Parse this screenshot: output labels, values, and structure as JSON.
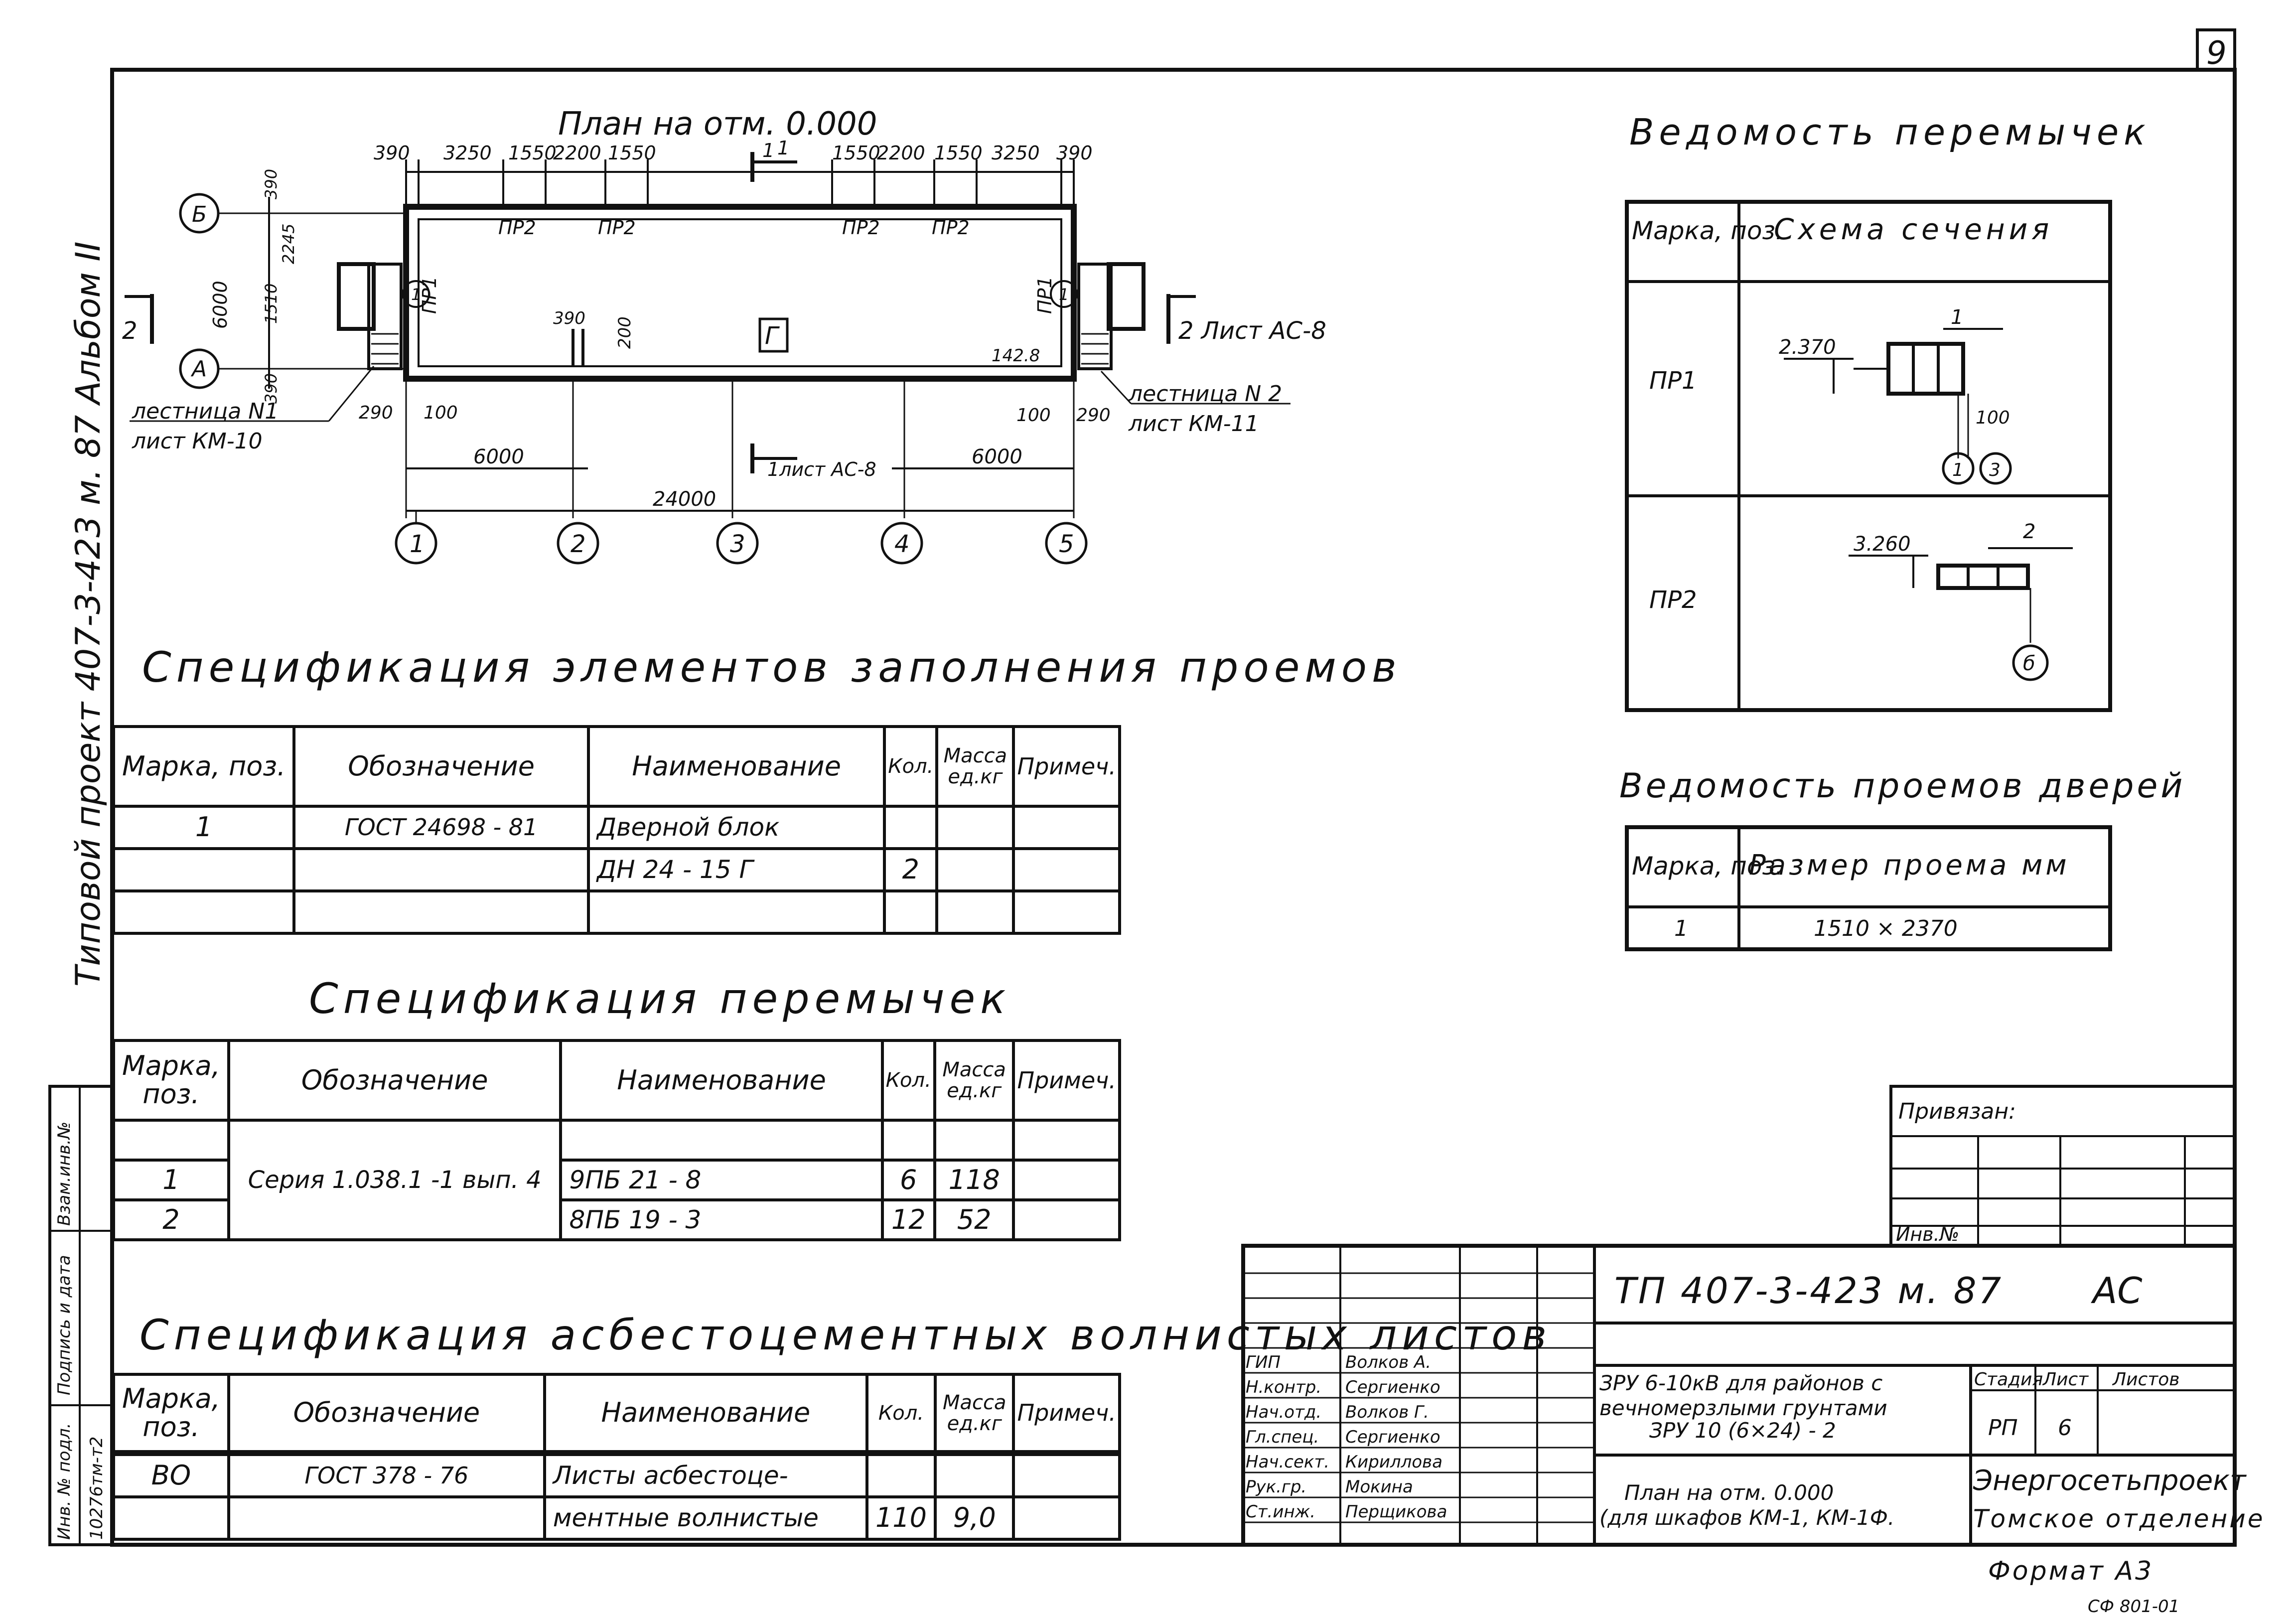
{
  "page_number": "9",
  "side_label": "Типовой проект 407-3-423 м. 87   Альбом II",
  "left_stamp": {
    "c1": "Инв. № подл.",
    "c1_val": "10276тм-т2",
    "c2": "Подпись и дата",
    "c3": "Взам.инв.№"
  },
  "plan": {
    "title": "План на отм. 0.000",
    "top_dims": [
      "390",
      "3250",
      "1550",
      "2200",
      "1550",
      "1",
      "1550",
      "2200",
      "1550",
      "3250",
      "390"
    ],
    "lintels": [
      "ПР2",
      "ПР2",
      "ПР2",
      "ПР2"
    ],
    "pr1_left": "ПР1",
    "pr1_right": "ПР1",
    "door_mark": "1",
    "room_mark": "Г",
    "axes_rows": [
      "Б",
      "А"
    ],
    "axes_cols": [
      "1",
      "2",
      "3",
      "4",
      "5"
    ],
    "left_dims_v": [
      "390",
      "2245",
      "1510",
      "6000",
      "390"
    ],
    "inner_dims": [
      "390",
      "200",
      "142.8"
    ],
    "bottom_dims": [
      "290",
      "100",
      "100",
      "290",
      "6000",
      "24000",
      "6000"
    ],
    "section_mark": "2",
    "section_sheet": "2  Лист АС-8",
    "section_1": "1",
    "section_1_sheet": "1лист АС-8",
    "stair1_a": "лестница N1",
    "stair1_b": "лист КМ-10",
    "stair2_a": "лестница N 2",
    "stair2_b": "лист КМ-11"
  },
  "spec_fill": {
    "title": "Спецификация элементов заполнения проемов",
    "headers": [
      "Марка, поз.",
      "Обозначение",
      "Наименование",
      "Кол.",
      "Масса ед.кг",
      "Примеч."
    ],
    "rows": [
      [
        "1",
        "ГОСТ 24698 - 81",
        "Дверной блок",
        "",
        "",
        ""
      ],
      [
        "",
        "",
        "ДН 24 - 15 Г",
        "2",
        "",
        ""
      ],
      [
        "",
        "",
        "",
        "",
        "",
        ""
      ]
    ]
  },
  "spec_lintel": {
    "title": "Спецификация перемычек",
    "headers": [
      "Марка, поз.",
      "Обозначение",
      "Наименование",
      "Кол.",
      "Масса ед.кг",
      "Примеч."
    ],
    "series": "Серия 1.038.1 -1 вып. 4",
    "rows": [
      [
        "",
        "",
        "",
        "",
        "",
        ""
      ],
      [
        "1",
        "",
        "9ПБ 21 - 8",
        "6",
        "118",
        ""
      ],
      [
        "2",
        "",
        "8ПБ 19 - 3",
        "12",
        "52",
        ""
      ]
    ]
  },
  "spec_asb": {
    "title": "Спецификация асбестоцементных волнистых листов",
    "headers": [
      "Марка, поз.",
      "Обозначение",
      "Наименование",
      "Кол.",
      "Масса ед.кг",
      "Примеч."
    ],
    "rows": [
      [
        "",
        "",
        "",
        "",
        "",
        ""
      ],
      [
        "ВО",
        "ГОСТ 378 - 76",
        "Листы асбестоце-",
        "",
        "",
        ""
      ],
      [
        "",
        "",
        "ментные волнистые",
        "110",
        "9,0",
        ""
      ]
    ]
  },
  "ved_lintel": {
    "title": "Ведомость перемычек",
    "headers": [
      "Марка, поз.",
      "Схема сечения"
    ],
    "rows": [
      {
        "mark": "ПР1",
        "level": "2.370",
        "count": "1",
        "dim": "100",
        "a": "1",
        "b": "3"
      },
      {
        "mark": "ПР2",
        "level": "3.260",
        "count": "2",
        "b": "б"
      }
    ]
  },
  "ved_door": {
    "title": "Ведомость проемов дверей",
    "headers": [
      "Марка, поз.",
      "Размер проема мм"
    ],
    "rows": [
      [
        "1",
        "1510 × 2370"
      ]
    ]
  },
  "binding": {
    "label": "Привязан:",
    "inv": "Инв.№"
  },
  "title_block": {
    "code": "ТП 407-3-423 м. 87",
    "section": "АС",
    "staff": [
      [
        "ГИП",
        "Волков А."
      ],
      [
        "Н.контр.",
        "Сергиенко"
      ],
      [
        "Нач.отд.",
        "Волков Г."
      ],
      [
        "Гл.спец.",
        "Сергиенко"
      ],
      [
        "Нач.сект.",
        "Кириллова"
      ],
      [
        "Рук.гр.",
        "Мокина"
      ],
      [
        "Ст.инж.",
        "Перщикова"
      ]
    ],
    "project_1": "ЗРУ 6-10кВ для районов с",
    "project_2": "вечномерзлыми грунтами",
    "project_3": "ЗРУ 10   (6×24) - 2",
    "sheet_1": "План на отм. 0.000",
    "sheet_2": "(для шкафов КМ-1, КМ-1Ф.",
    "stage_h": "Стадия",
    "sheet_h": "Лист",
    "sheets_h": "Листов",
    "stage": "РП",
    "sheet": "6",
    "sheets": "",
    "org_1": "Энергосетьпроект",
    "org_2": "Томское  отделение"
  },
  "format": "Формат А3",
  "footer_code": "СФ 801-01"
}
